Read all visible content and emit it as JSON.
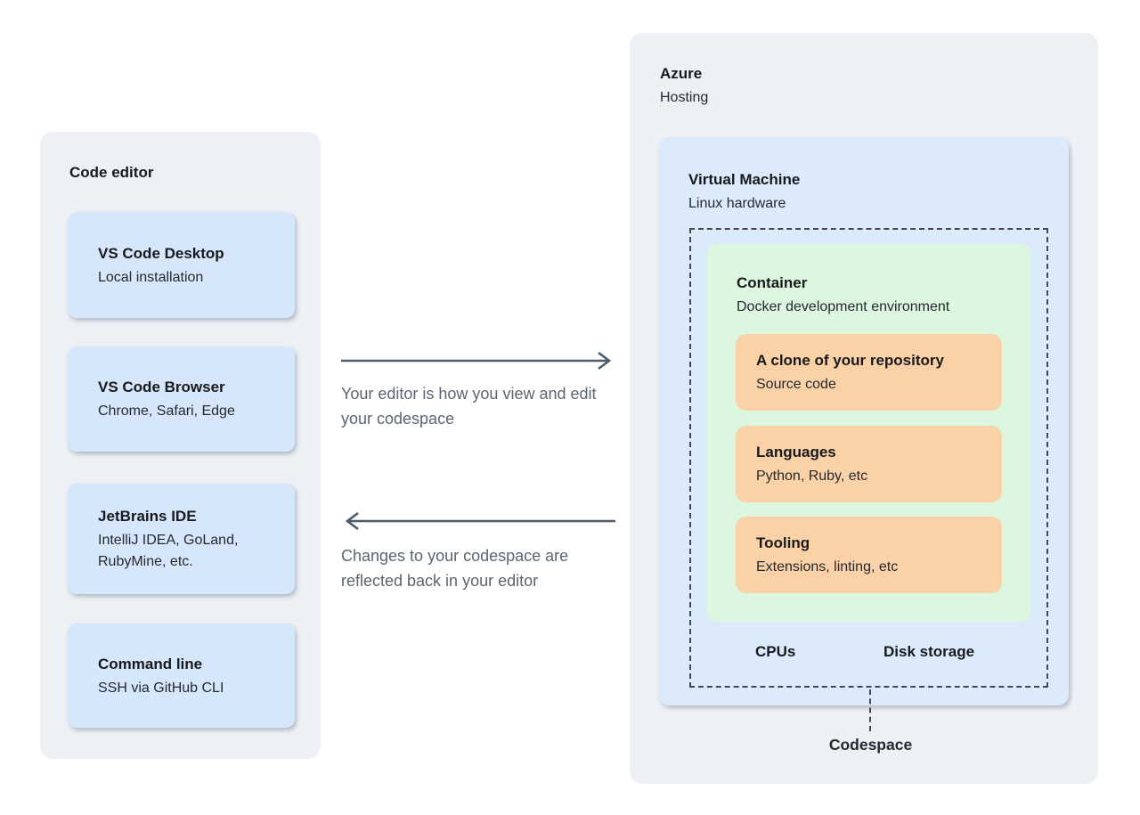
{
  "left_panel": {
    "title": "Code editor",
    "cards": [
      {
        "title": "VS Code Desktop",
        "subtitle": "Local installation"
      },
      {
        "title": "VS Code Browser",
        "subtitle": "Chrome, Safari, Edge"
      },
      {
        "title": "JetBrains IDE",
        "subtitle": "IntelliJ IDEA, GoLand, RubyMine, etc."
      },
      {
        "title": "Command line",
        "subtitle": "SSH via GitHub CLI"
      }
    ]
  },
  "flows": {
    "to_codespace": "Your editor is how you view and edit your codespace",
    "from_codespace": "Changes to your codespace are reflected back in your editor"
  },
  "right_panel": {
    "title": "Azure",
    "subtitle": "Hosting",
    "vm": {
      "title": "Virtual Machine",
      "subtitle": "Linux hardware",
      "container": {
        "title": "Container",
        "subtitle": "Docker development environment",
        "cards": [
          {
            "title": "A clone of your repository",
            "subtitle": "Source code"
          },
          {
            "title": "Languages",
            "subtitle": "Python, Ruby, etc"
          },
          {
            "title": "Tooling",
            "subtitle": "Extensions, linting, etc"
          }
        ]
      },
      "resources": [
        "CPUs",
        "Disk storage"
      ],
      "codespace_label": "Codespace"
    }
  },
  "colors": {
    "panel_bg": "#edf1f5",
    "editor_card_bg": "#d7e7fb",
    "vm_bg": "#dcebfc",
    "container_bg": "#ddf6e0",
    "inner_card_bg": "#fbd2a8",
    "dashed_border": "#45494e",
    "arrow": "#4d5c6b",
    "flow_text": "#5b6670",
    "heading_text": "#17191c"
  }
}
